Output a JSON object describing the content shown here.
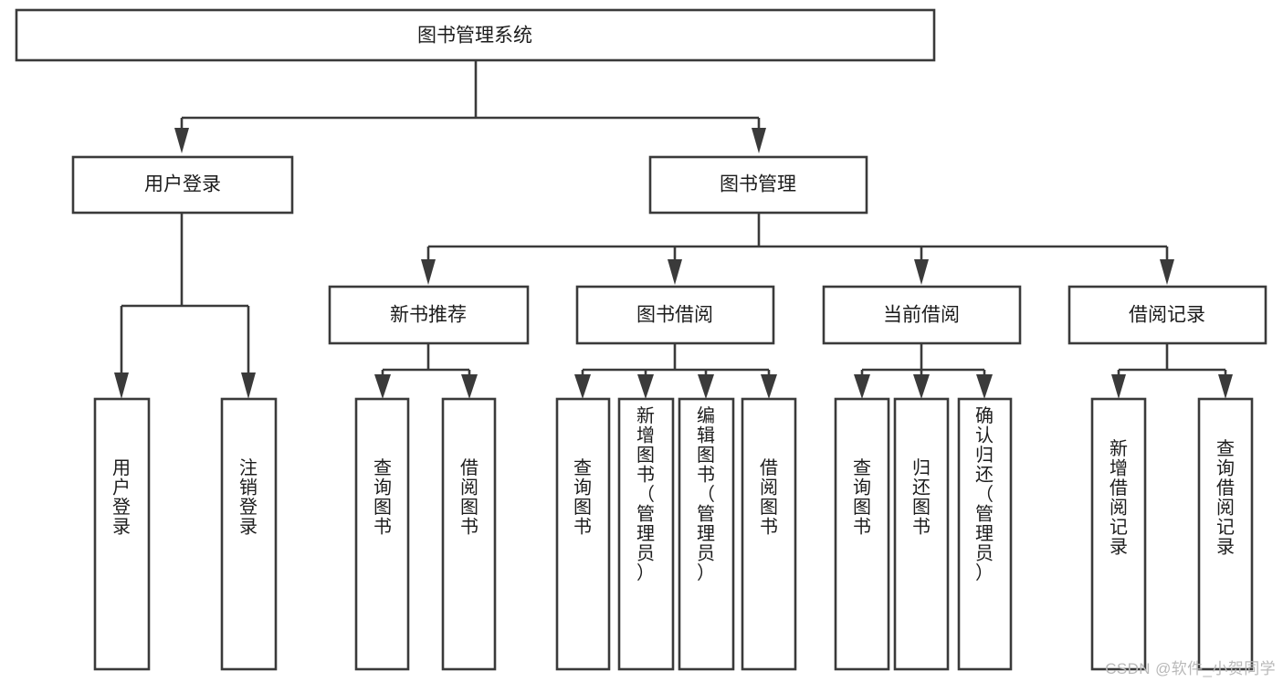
{
  "diagram": {
    "type": "tree",
    "title": "图书管理系统",
    "orientation": "top-down",
    "colors": {
      "box_fill": "#ffffff",
      "box_stroke": "#3a3a3a",
      "text": "#1c1c1c",
      "background": "#ffffff",
      "watermark": "#b9b9b9"
    },
    "root": {
      "label": "图书管理系统",
      "level": 1
    },
    "level2": [
      {
        "label": "用户登录",
        "level": 2
      },
      {
        "label": "图书管理",
        "level": 2
      }
    ],
    "level3": [
      {
        "label": "新书推荐",
        "level": 3,
        "parent": "图书管理"
      },
      {
        "label": "图书借阅",
        "level": 3,
        "parent": "图书管理"
      },
      {
        "label": "当前借阅",
        "level": 3,
        "parent": "图书管理"
      },
      {
        "label": "借阅记录",
        "level": 3,
        "parent": "图书管理"
      }
    ],
    "leaves": [
      {
        "label": "用户登录",
        "parent": "用户登录",
        "orientation": "vertical"
      },
      {
        "label": "注销登录",
        "parent": "用户登录",
        "orientation": "vertical"
      },
      {
        "label": "查询图书",
        "parent": "新书推荐",
        "orientation": "vertical"
      },
      {
        "label": "借阅图书",
        "parent": "新书推荐",
        "orientation": "vertical"
      },
      {
        "label": "查询图书",
        "parent": "图书借阅",
        "orientation": "vertical"
      },
      {
        "label": "新增图书（管理员）",
        "parent": "图书借阅",
        "orientation": "vertical"
      },
      {
        "label": "编辑图书（管理员）",
        "parent": "图书借阅",
        "orientation": "vertical"
      },
      {
        "label": "借阅图书",
        "parent": "图书借阅",
        "orientation": "vertical"
      },
      {
        "label": "查询图书",
        "parent": "当前借阅",
        "orientation": "vertical"
      },
      {
        "label": "归还图书",
        "parent": "当前借阅",
        "orientation": "vertical"
      },
      {
        "label": "确认归还（管理员）",
        "parent": "当前借阅",
        "orientation": "vertical"
      },
      {
        "label": "新增借阅记录",
        "parent": "借阅记录",
        "orientation": "vertical"
      },
      {
        "label": "查询借阅记录",
        "parent": "借阅记录",
        "orientation": "vertical"
      }
    ]
  },
  "watermark": {
    "text": "CSDN @软件_小贺同学"
  }
}
